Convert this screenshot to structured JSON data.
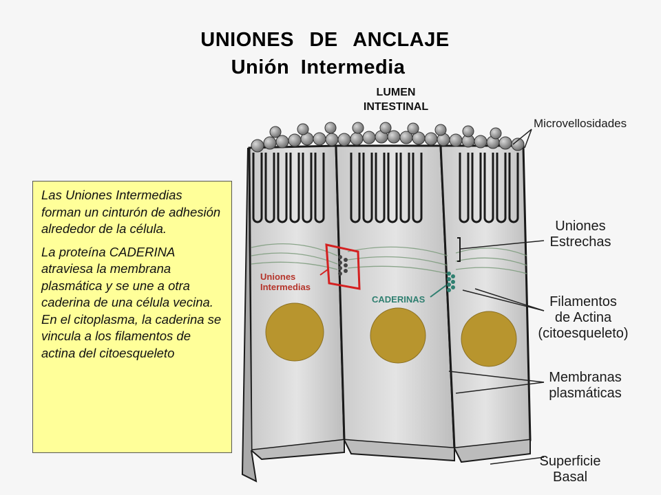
{
  "title": {
    "line1": "UNIONES  DE  ANCLAJE",
    "line2": "Unión  Intermedia"
  },
  "lumen": {
    "line1": "LUMEN",
    "line2": "INTESTINAL"
  },
  "description": {
    "p1": "Las Uniones Intermedias forman un cinturón de adhesión alrededor de la célula.",
    "p2": "La proteína CADERINA atraviesa la membrana plasmática y se une a otra caderina de una célula vecina.  En el citoplasma, la caderina se vincula a los filamentos de actina del citoesqueleto"
  },
  "labels": {
    "microvellosidades": "Microvellosidades",
    "uniones_estrechas": [
      "Uniones",
      "Estrechas"
    ],
    "filamentos": [
      "Filamentos",
      "de Actina",
      "(citoesqueleto)"
    ],
    "membranas": [
      "Membranas",
      "plasmáticas"
    ],
    "superficie": [
      "Superficie",
      "Basal"
    ],
    "uniones_intermedias": [
      "Uniones",
      "Intermedias"
    ],
    "caderinas": "CADERINAS"
  },
  "colors": {
    "nucleus": "#b8952e",
    "highlight": "#d42020",
    "cadherin": "#2f7f70",
    "textbox": "#ffff99"
  }
}
